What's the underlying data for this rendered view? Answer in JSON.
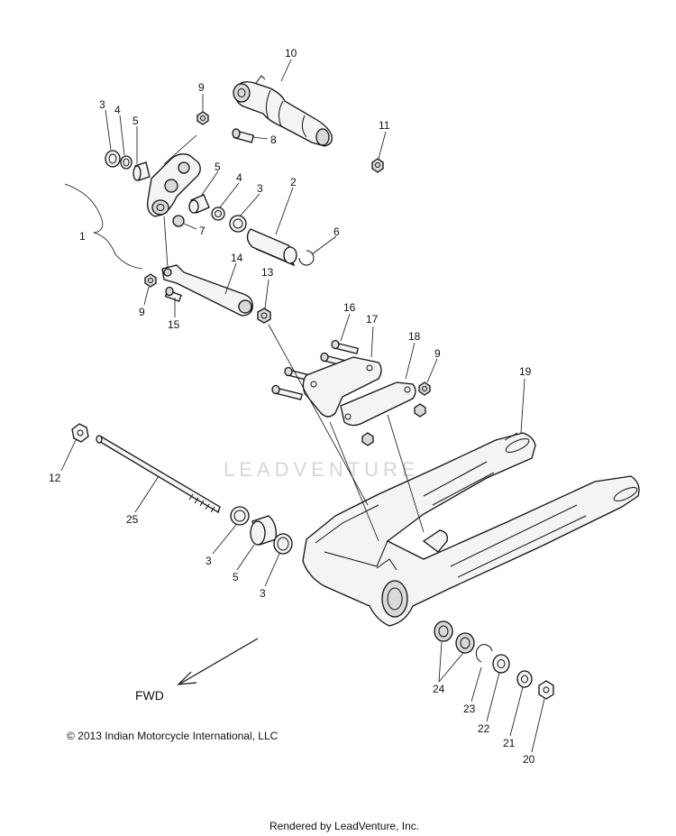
{
  "diagram": {
    "watermark": "LEADVENTURE",
    "fwd_label": "FWD",
    "copyright": "© 2013 Indian Motorcycle International, LLC",
    "footer": "Rendered by LeadVenture, Inc.",
    "callouts": [
      {
        "id": "c1",
        "label": "1"
      },
      {
        "id": "c2",
        "label": "2"
      },
      {
        "id": "c3a",
        "label": "3"
      },
      {
        "id": "c3b",
        "label": "3"
      },
      {
        "id": "c3c",
        "label": "3"
      },
      {
        "id": "c3d",
        "label": "3"
      },
      {
        "id": "c4a",
        "label": "4"
      },
      {
        "id": "c4b",
        "label": "4"
      },
      {
        "id": "c5a",
        "label": "5"
      },
      {
        "id": "c5b",
        "label": "5"
      },
      {
        "id": "c5c",
        "label": "5"
      },
      {
        "id": "c6",
        "label": "6"
      },
      {
        "id": "c7",
        "label": "7"
      },
      {
        "id": "c8",
        "label": "8"
      },
      {
        "id": "c9a",
        "label": "9"
      },
      {
        "id": "c9b",
        "label": "9"
      },
      {
        "id": "c9c",
        "label": "9"
      },
      {
        "id": "c10",
        "label": "10"
      },
      {
        "id": "c11",
        "label": "11"
      },
      {
        "id": "c12",
        "label": "12"
      },
      {
        "id": "c13",
        "label": "13"
      },
      {
        "id": "c14",
        "label": "14"
      },
      {
        "id": "c15",
        "label": "15"
      },
      {
        "id": "c16",
        "label": "16"
      },
      {
        "id": "c17",
        "label": "17"
      },
      {
        "id": "c18",
        "label": "18"
      },
      {
        "id": "c19",
        "label": "19"
      },
      {
        "id": "c20",
        "label": "20"
      },
      {
        "id": "c21",
        "label": "21"
      },
      {
        "id": "c22",
        "label": "22"
      },
      {
        "id": "c23",
        "label": "23"
      },
      {
        "id": "c24",
        "label": "24"
      },
      {
        "id": "c25",
        "label": "25"
      }
    ]
  }
}
